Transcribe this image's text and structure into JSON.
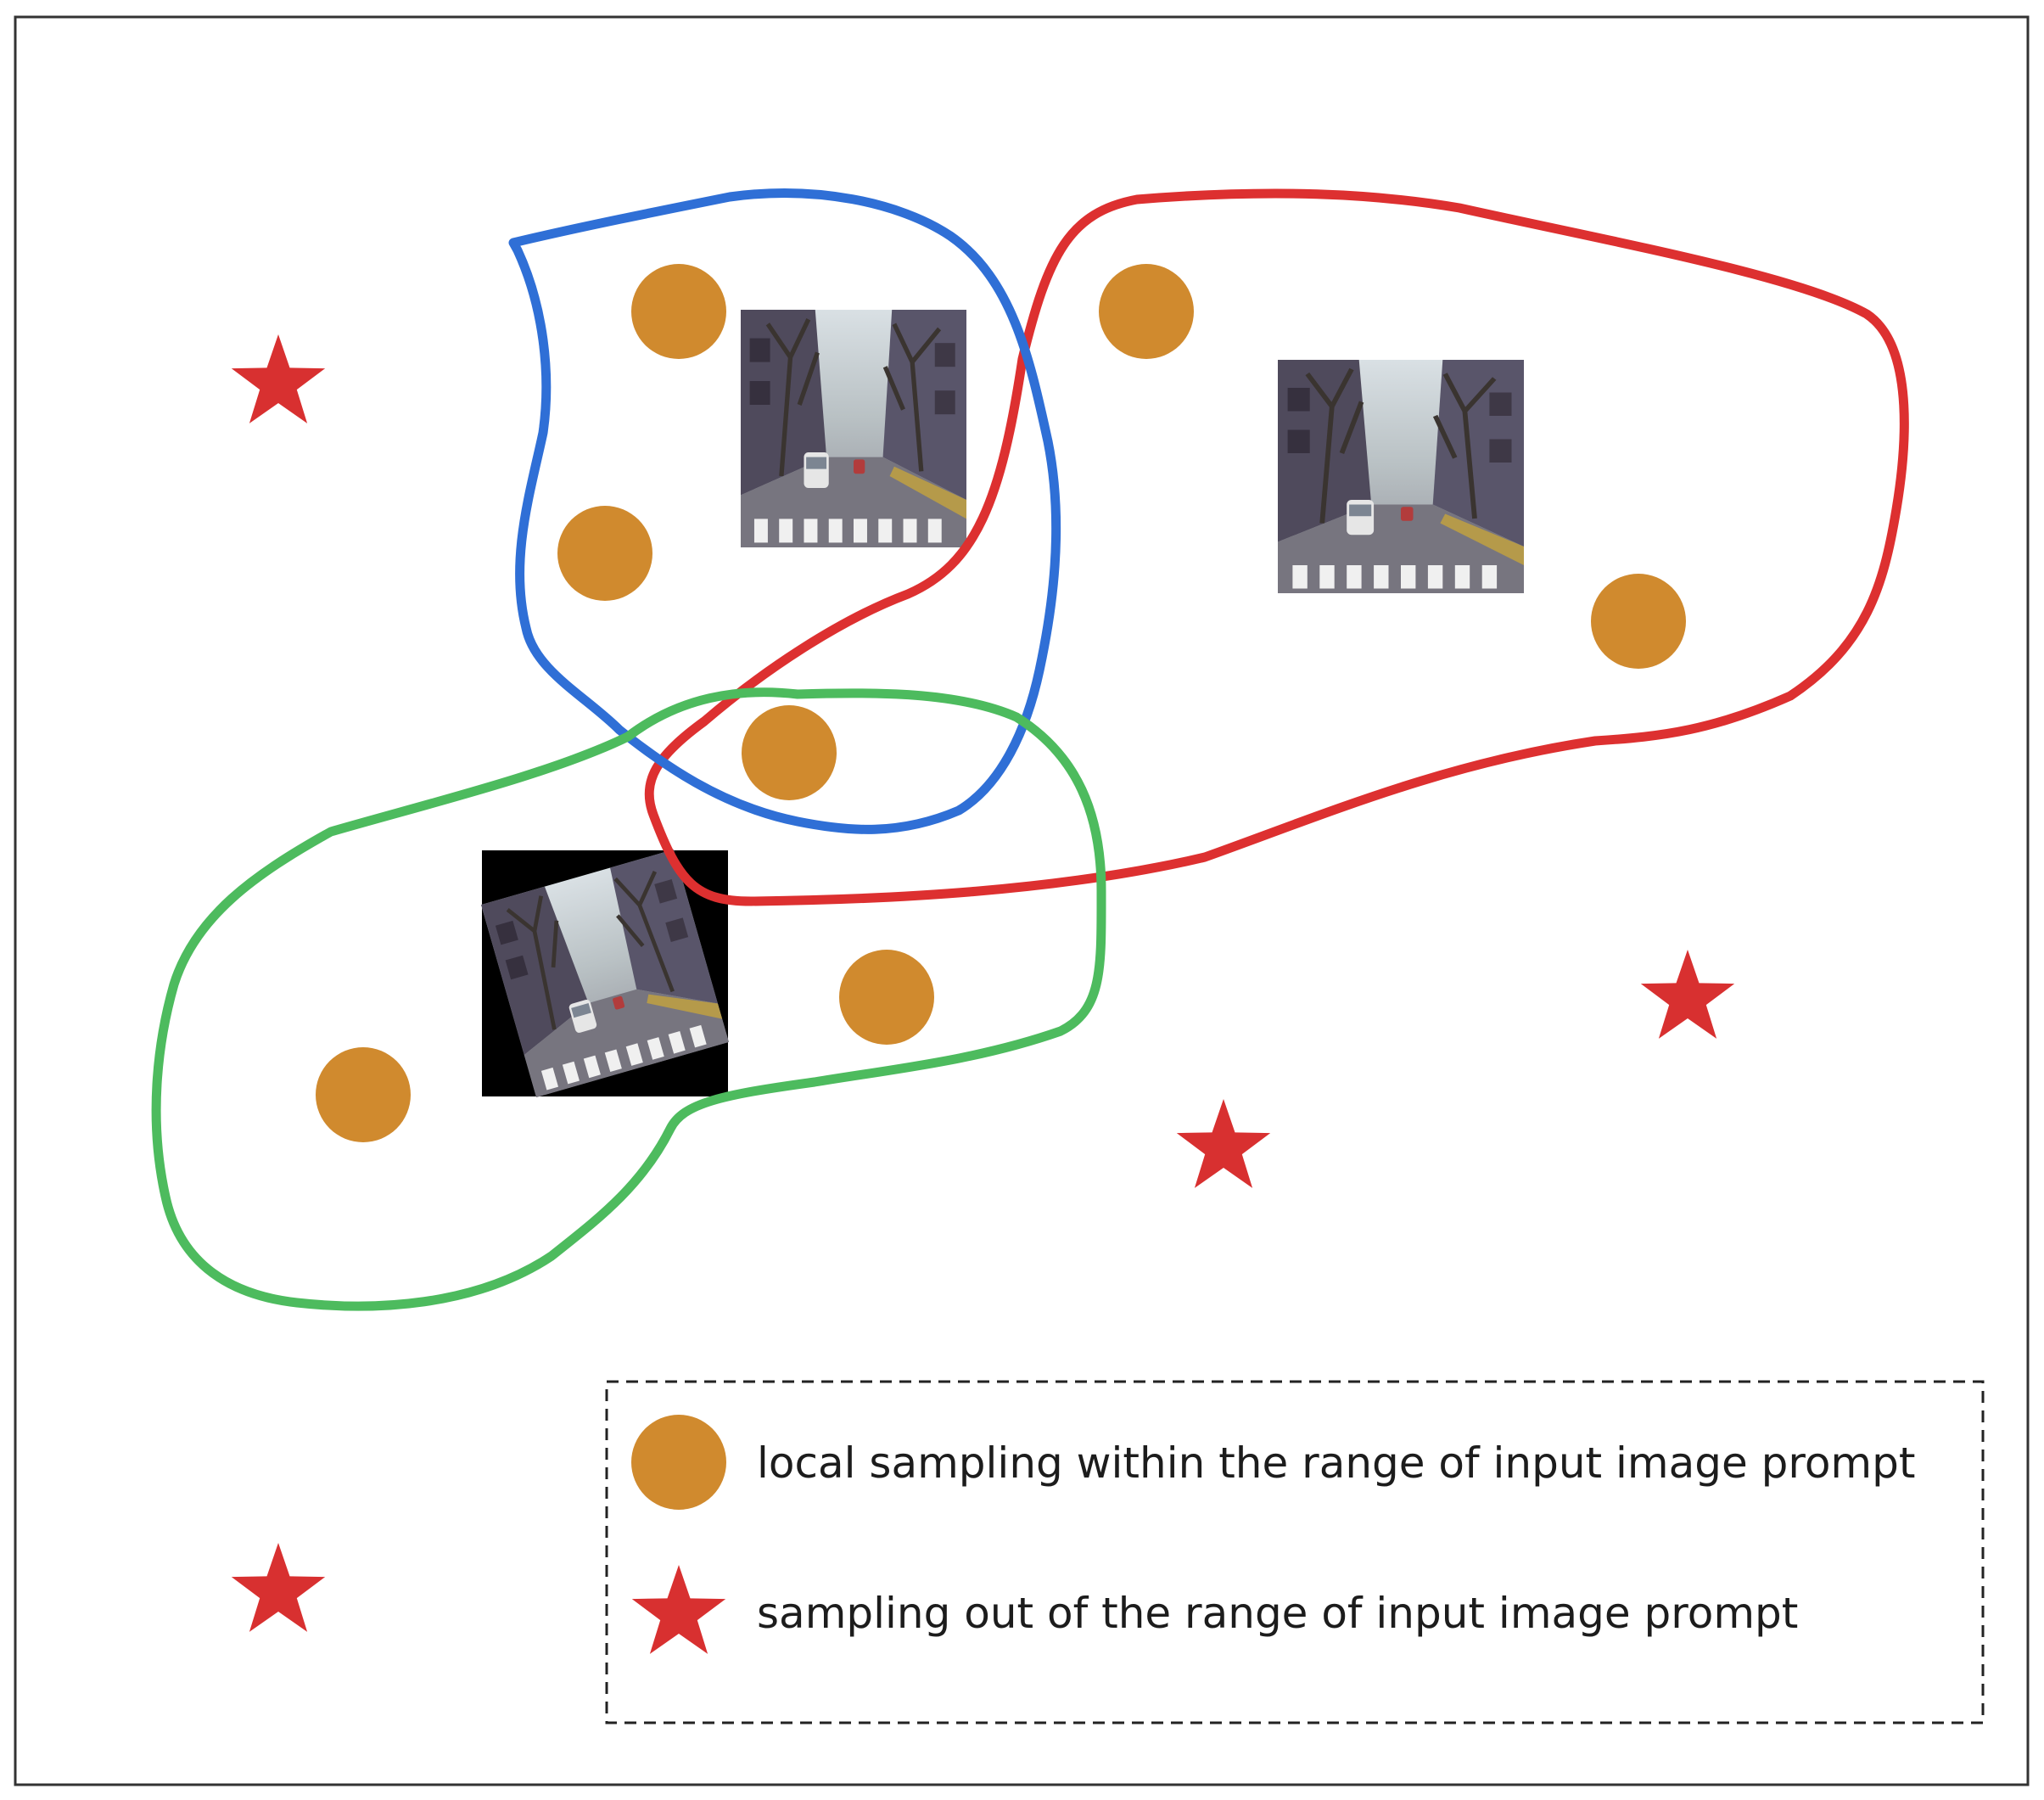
{
  "colors": {
    "background": "#ffffff",
    "frame": "#333333",
    "sample_circle": "#d08a2e",
    "sample_star": "#d83030",
    "cluster_blue": "#2f6fd6",
    "cluster_red": "#dd3030",
    "cluster_green": "#4dbb5e"
  },
  "icons": {
    "circle": "orange-filled-circle",
    "star": "red-five-point-star",
    "prompt_image": "street-photo-thumbnail"
  },
  "legend": {
    "items": [
      {
        "icon": "circle",
        "label": "local sampling within the range of input image prompt"
      },
      {
        "icon": "star",
        "label": "sampling out of the range of input image prompt"
      }
    ]
  }
}
